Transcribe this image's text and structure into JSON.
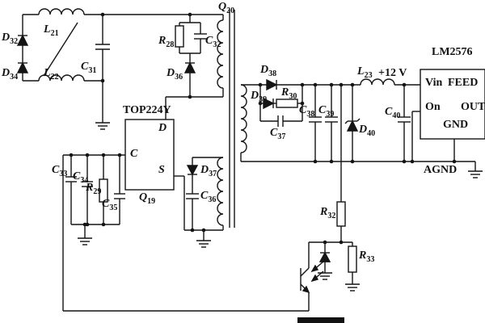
{
  "diagram": {
    "type": "circuit-schematic",
    "description": "Flyback switching power supply: TOP224Y controller (Q19), transformer Q20, secondary rectifier and LM2576 post-regulator with optocoupler feedback"
  },
  "labels": {
    "d32": {
      "base": "D",
      "sub": "32"
    },
    "d34": {
      "base": "D",
      "sub": "34"
    },
    "l21": {
      "base": "L",
      "sub": "21"
    },
    "l22": {
      "base": "L",
      "sub": "22"
    },
    "c31": {
      "base": "C",
      "sub": "31"
    },
    "r28": {
      "base": "R",
      "sub": "28"
    },
    "c32": {
      "base": "C",
      "sub": "32"
    },
    "d36": {
      "base": "D",
      "sub": "36"
    },
    "q20": {
      "base": "Q",
      "sub": "20"
    },
    "top224y": "TOP224Y",
    "pin_c": "C",
    "pin_d": "D",
    "pin_s": "S",
    "q19": {
      "base": "Q",
      "sub": "19"
    },
    "c33": {
      "base": "C",
      "sub": "33"
    },
    "c34": {
      "base": "C",
      "sub": "34"
    },
    "r29": {
      "base": "R",
      "sub": "29"
    },
    "c35": {
      "base": "C",
      "sub": "35"
    },
    "d37": {
      "base": "D",
      "sub": "37"
    },
    "c36": {
      "base": "C",
      "sub": "36"
    },
    "d38": {
      "base": "D",
      "sub": "38"
    },
    "d39": {
      "base": "D",
      "sub": "39"
    },
    "r30": {
      "base": "R",
      "sub": "30"
    },
    "c37": {
      "base": "C",
      "sub": "37"
    },
    "c38": {
      "base": "C",
      "sub": "38"
    },
    "c39": {
      "base": "C",
      "sub": "39"
    },
    "d40": {
      "base": "D",
      "sub": "40"
    },
    "c40": {
      "base": "C",
      "sub": "40"
    },
    "l23": {
      "base": "L",
      "sub": "23"
    },
    "v12": "+12 V",
    "lm2576": "LM2576",
    "pin_vin": "Vin",
    "pin_feed": "FEED",
    "pin_on": "On",
    "pin_out": "OUT",
    "pin_gnd": "GND",
    "agnd": "AGND",
    "r32": {
      "base": "R",
      "sub": "32"
    },
    "r33": {
      "base": "R",
      "sub": "33"
    }
  },
  "colors": {
    "line": "#141414",
    "background": "#ffffff"
  }
}
